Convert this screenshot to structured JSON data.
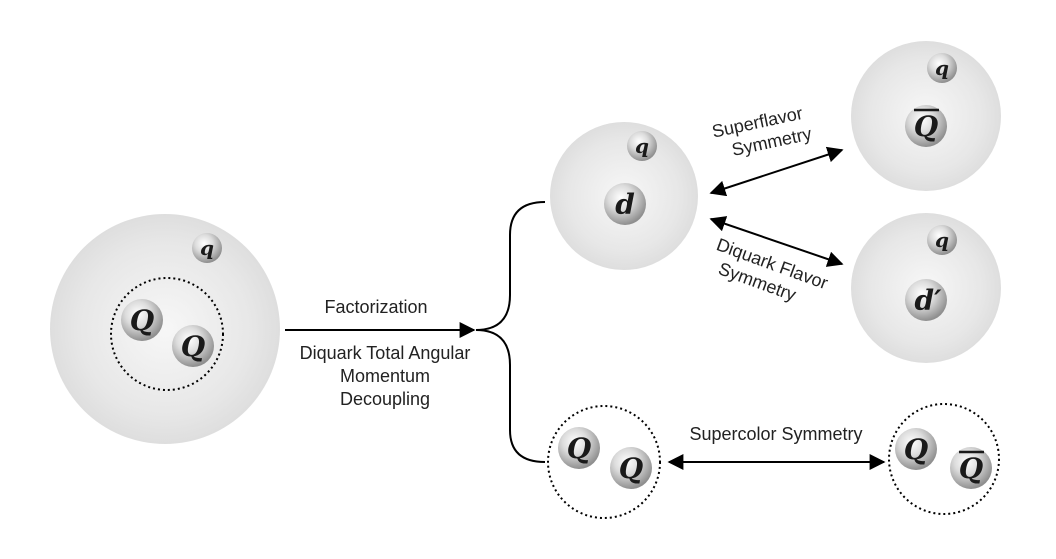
{
  "labels": {
    "factorization": "Factorization",
    "decoupling_line1": "Diquark Total Angular",
    "decoupling_line2": "Momentum",
    "decoupling_line3": "Decoupling",
    "superflavor_line1": "Superflavor",
    "superflavor_line2": "Symmetry",
    "diquark_flavor_line1": "Diquark Flavor",
    "diquark_flavor_line2": "Symmetry",
    "supercolor": "Supercolor Symmetry"
  },
  "particles": {
    "light_quark": "q",
    "heavy_quark": "Q",
    "heavy_antiquark": "Q",
    "diquark": "d",
    "diquark_prime": "d′"
  }
}
